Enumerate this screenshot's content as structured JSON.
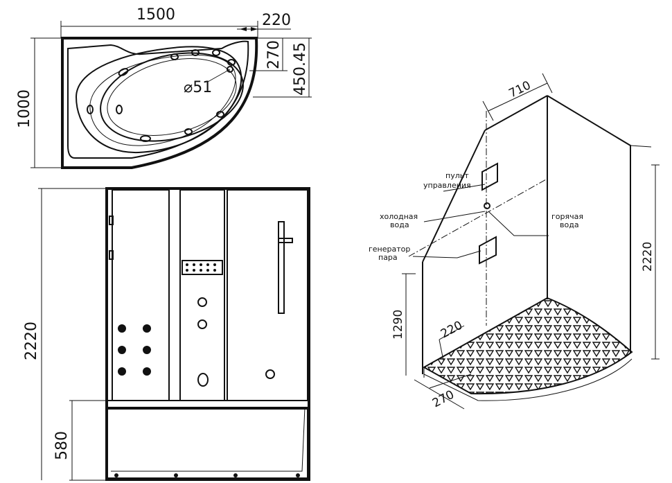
{
  "top_view": {
    "width_label": "1500",
    "offset_label": "220",
    "height_label": "1000",
    "inner_label": "270",
    "depth_label": "450.45",
    "diameter_label": "⌀51"
  },
  "front_view": {
    "height_label": "2220",
    "base_label": "580"
  },
  "iso_view": {
    "top_label": "710",
    "height_label": "2220",
    "pipe_height_label": "1290",
    "floor_label_a": "220",
    "floor_label_b": "270",
    "labels": {
      "control_panel_1": "пульт",
      "control_panel_2": "управления",
      "cold_water_1": "холодная",
      "cold_water_2": "вода",
      "hot_water_1": "горячая",
      "hot_water_2": "вода",
      "steam_1": "генератор",
      "steam_2": "пара"
    }
  }
}
